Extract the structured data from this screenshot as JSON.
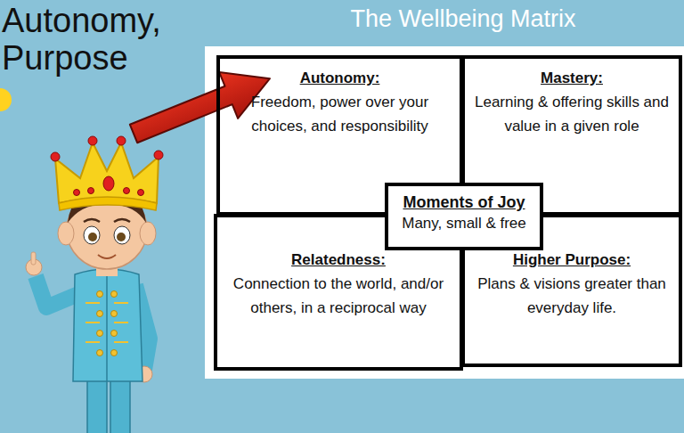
{
  "diagram": {
    "title": "The Wellbeing Matrix",
    "nodes": [
      {
        "text": [
          "Autonomy:",
          "Freedom, power over your choices, and responsibility"
        ]
      },
      {
        "text": [
          "Mastery:",
          "Learning & offering skills and value in a given role"
        ]
      },
      {
        "text": [
          "Moments of Joy",
          "Many, small & free"
        ]
      },
      {
        "text": [
          "Relatedness:",
          "Connection to the world, and/or others, in a reciprocal way"
        ]
      },
      {
        "text": [
          "Higher Purpose:",
          "Plans & visions greater than everyday life."
        ]
      }
    ],
    "labels": [
      "Autonomy, Purpose"
    ]
  }
}
